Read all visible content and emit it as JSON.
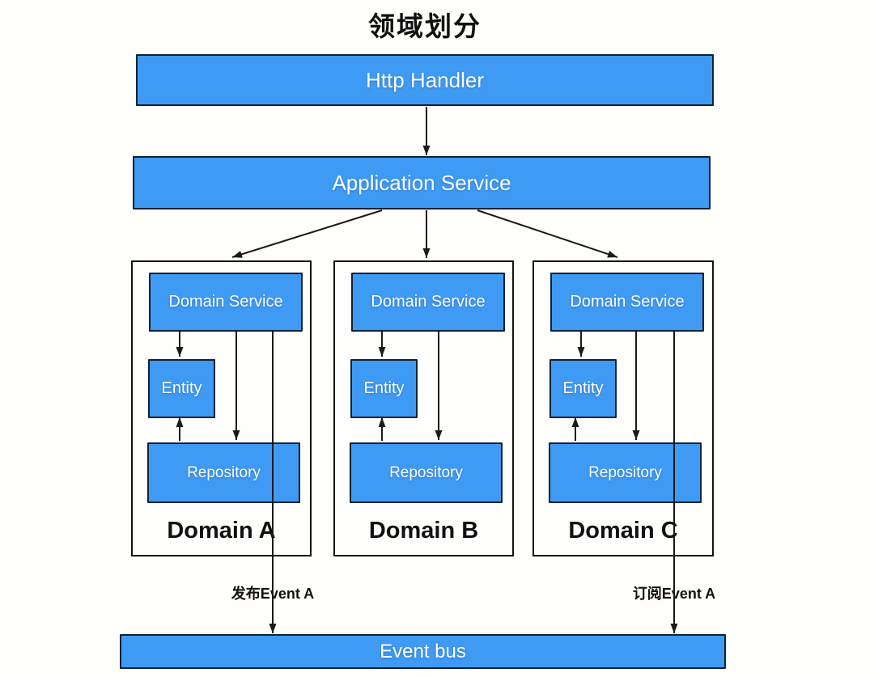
{
  "title": "领域划分",
  "colors": {
    "box_fill": "#3f9af4",
    "box_border": "#0e2233",
    "container_border": "#141414",
    "arrow": "#1a1a1a",
    "background": "#fffefa",
    "box_text": "#ffffff",
    "label_text": "#111111"
  },
  "layers": {
    "http_handler": "Http Handler",
    "application_service": "Application Service"
  },
  "domains": [
    {
      "name": "Domain A",
      "service": "Domain Service",
      "entity": "Entity",
      "repository": "Repository"
    },
    {
      "name": "Domain B",
      "service": "Domain Service",
      "entity": "Entity",
      "repository": "Repository"
    },
    {
      "name": "Domain C",
      "service": "Domain Service",
      "entity": "Entity",
      "repository": "Repository"
    }
  ],
  "event_flow": {
    "publish_label": "发布Event A",
    "subscribe_label": "订阅Event A",
    "event_bus": "Event bus"
  }
}
